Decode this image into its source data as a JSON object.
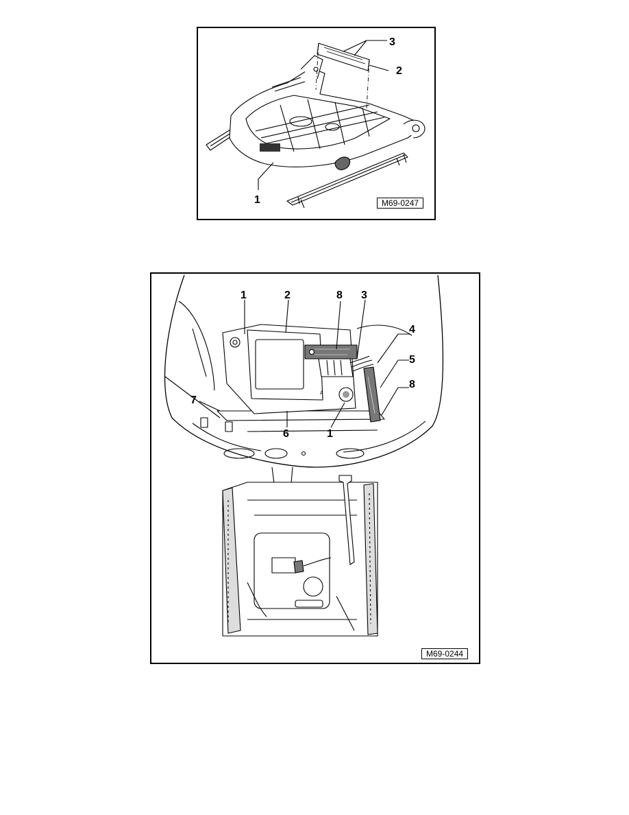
{
  "figures": [
    {
      "ref": "M69-0247",
      "callouts": {
        "c1": "1",
        "c2": "2",
        "c3": "3"
      }
    },
    {
      "ref": "M69-0244",
      "callouts": {
        "c1a": "1",
        "c1b": "1",
        "c2": "2",
        "c3": "3",
        "c4": "4",
        "c5": "5",
        "c6": "6",
        "c7": "7",
        "c8a": "8",
        "c8b": "8"
      }
    }
  ]
}
